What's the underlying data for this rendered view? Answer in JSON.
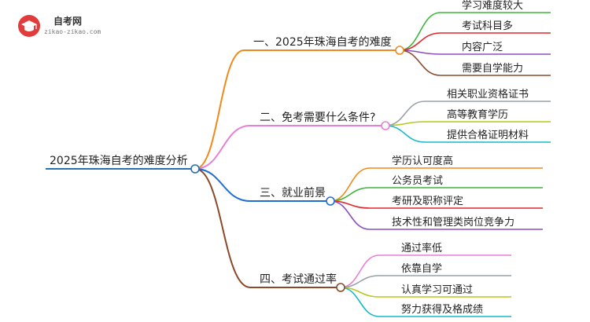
{
  "logo": {
    "brand": "自考网",
    "url": "zikao-zikao.com",
    "icon": "graduation-cap-icon"
  },
  "root": {
    "label": "2025年珠海自考的难度分析",
    "color": "#2a6fb0"
  },
  "branches": [
    {
      "label": "一、2025年珠海自考的难度",
      "color": "#f0891c",
      "children": [
        {
          "label": "学习难度较大",
          "color": "#3db53d"
        },
        {
          "label": "考试科目多",
          "color": "#e0262b"
        },
        {
          "label": "内容广泛",
          "color": "#8b4fc0"
        },
        {
          "label": "需要自学能力",
          "color": "#8a4a2a"
        }
      ]
    },
    {
      "label": "二、免考需要什么条件?",
      "color": "#e87fd6",
      "children": [
        {
          "label": "相关职业资格证书",
          "color": "#9aa0a6"
        },
        {
          "label": "高等教育学历",
          "color": "#b7c91a"
        },
        {
          "label": "提供合格证明材料",
          "color": "#19b8c8"
        }
      ]
    },
    {
      "label": "三、就业前景",
      "color": "#1f6ed4",
      "children": [
        {
          "label": "学历认可度高",
          "color": "#f0891c"
        },
        {
          "label": "公务员考试",
          "color": "#3db53d"
        },
        {
          "label": "考研及职称评定",
          "color": "#e0262b"
        },
        {
          "label": "技术性和管理类岗位竞争力",
          "color": "#8b4fc0"
        }
      ]
    },
    {
      "label": "四、考试通过率",
      "color": "#8a4a2a",
      "children": [
        {
          "label": "通过率低",
          "color": "#e87fd6"
        },
        {
          "label": "依靠自学",
          "color": "#9aa0a6"
        },
        {
          "label": "认真学习可通过",
          "color": "#b7c91a"
        },
        {
          "label": "努力获得及格成绩",
          "color": "#19b8c8"
        }
      ]
    }
  ]
}
